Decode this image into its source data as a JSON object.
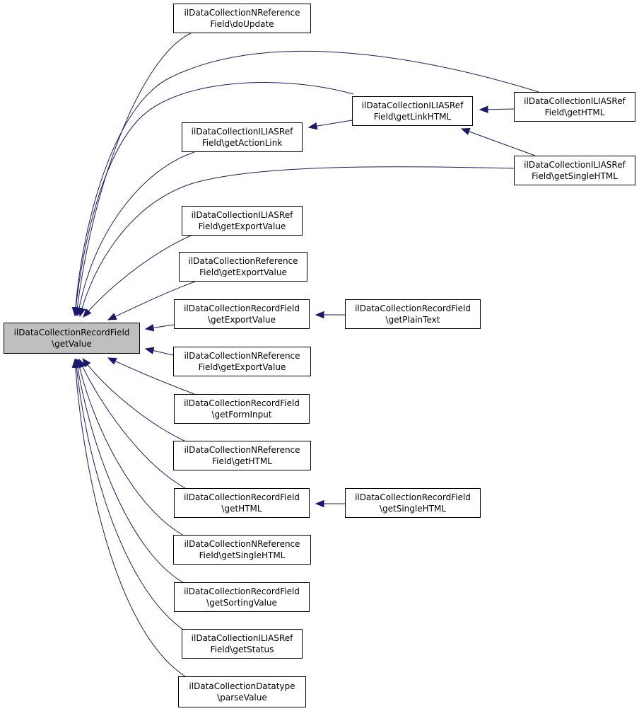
{
  "graph": {
    "colors": {
      "edge": "#191970",
      "node_border": "#000000",
      "node_fill": "#ffffff",
      "root_fill": "#bfbfbf"
    },
    "nodes": [
      {
        "id": "root",
        "line1": "ilDataCollectionRecordField",
        "line2": "\\getValue",
        "root": true
      },
      {
        "id": "nref_doupdate",
        "line1": "ilDataCollectionNReference",
        "line2": "Field\\doUpdate"
      },
      {
        "id": "ilias_getlinkhtml",
        "line1": "ilDataCollectionILIASRef",
        "line2": "Field\\getLinkHTML"
      },
      {
        "id": "ilias_gethtml",
        "line1": "ilDataCollectionILIASRef",
        "line2": "Field\\getHTML"
      },
      {
        "id": "ilias_getactionlink",
        "line1": "ilDataCollectionILIASRef",
        "line2": "Field\\getActionLink"
      },
      {
        "id": "ilias_getsinglehtml",
        "line1": "ilDataCollectionILIASRef",
        "line2": "Field\\getSingleHTML"
      },
      {
        "id": "ilias_getexportvalue",
        "line1": "ilDataCollectionILIASRef",
        "line2": "Field\\getExportValue"
      },
      {
        "id": "ref_getexportvalue",
        "line1": "ilDataCollectionReference",
        "line2": "Field\\getExportValue"
      },
      {
        "id": "rec_getexportvalue",
        "line1": "ilDataCollectionRecordField",
        "line2": "\\getExportValue"
      },
      {
        "id": "rec_getplaintext",
        "line1": "ilDataCollectionRecordField",
        "line2": "\\getPlainText"
      },
      {
        "id": "nref_getexportvalue",
        "line1": "ilDataCollectionNReference",
        "line2": "Field\\getExportValue"
      },
      {
        "id": "rec_getforminput",
        "line1": "ilDataCollectionRecordField",
        "line2": "\\getFormInput"
      },
      {
        "id": "nref_gethtml",
        "line1": "ilDataCollectionNReference",
        "line2": "Field\\getHTML"
      },
      {
        "id": "rec_gethtml",
        "line1": "ilDataCollectionRecordField",
        "line2": "\\getHTML"
      },
      {
        "id": "rec_getsinglehtml",
        "line1": "ilDataCollectionRecordField",
        "line2": "\\getSingleHTML"
      },
      {
        "id": "nref_getsinglehtml",
        "line1": "ilDataCollectionNReference",
        "line2": "Field\\getSingleHTML"
      },
      {
        "id": "rec_getsortingvalue",
        "line1": "ilDataCollectionRecordField",
        "line2": "\\getSortingValue"
      },
      {
        "id": "ilias_getstatus",
        "line1": "ilDataCollectionILIASRef",
        "line2": "Field\\getStatus"
      },
      {
        "id": "dt_parsevalue",
        "line1": "ilDataCollectionDatatype",
        "line2": "\\parseValue"
      }
    ],
    "edges": [
      {
        "from": "nref_doupdate",
        "to": "root"
      },
      {
        "from": "ilias_gethtml",
        "to": "root"
      },
      {
        "from": "ilias_getlinkhtml",
        "to": "root"
      },
      {
        "from": "ilias_getactionlink",
        "to": "root"
      },
      {
        "from": "ilias_getsinglehtml",
        "to": "root"
      },
      {
        "from": "ilias_getexportvalue",
        "to": "root"
      },
      {
        "from": "ref_getexportvalue",
        "to": "root"
      },
      {
        "from": "rec_getexportvalue",
        "to": "root"
      },
      {
        "from": "nref_getexportvalue",
        "to": "root"
      },
      {
        "from": "rec_getforminput",
        "to": "root"
      },
      {
        "from": "nref_gethtml",
        "to": "root"
      },
      {
        "from": "rec_gethtml",
        "to": "root"
      },
      {
        "from": "nref_getsinglehtml",
        "to": "root"
      },
      {
        "from": "rec_getsortingvalue",
        "to": "root"
      },
      {
        "from": "ilias_getstatus",
        "to": "root"
      },
      {
        "from": "dt_parsevalue",
        "to": "root"
      },
      {
        "from": "ilias_getlinkhtml",
        "to": "ilias_getactionlink"
      },
      {
        "from": "ilias_gethtml",
        "to": "ilias_getlinkhtml"
      },
      {
        "from": "ilias_getsinglehtml",
        "to": "ilias_getlinkhtml"
      },
      {
        "from": "rec_getplaintext",
        "to": "rec_getexportvalue"
      },
      {
        "from": "rec_getsinglehtml",
        "to": "rec_gethtml"
      }
    ]
  }
}
